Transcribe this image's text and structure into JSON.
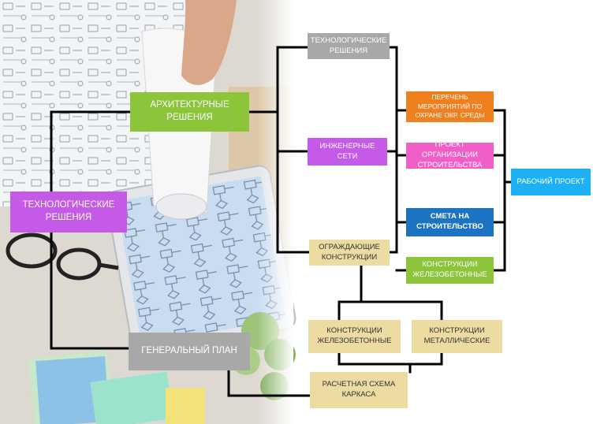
{
  "colors": {
    "gray": "#a8a8a8",
    "green": "#8cc43a",
    "purple": "#c55ae8",
    "orange": "#f07f1e",
    "pink": "#f25ec7",
    "blue": "#1c73c2",
    "cyan": "#1eb0f5",
    "sand": "#ecdca2",
    "line": "#000000"
  },
  "nodes": {
    "tech_top": "ТЕХНОЛОГИЧЕСКИЕ РЕШЕНИЯ",
    "arch": "АРХИТЕКТУРНЫЕ РЕШЕНИЯ",
    "tech_left": "ТЕХНОЛОГИЧЕСКИЕ РЕШЕНИЯ",
    "eng": "ИНЖЕНЕРНЫЕ СЕТИ",
    "encl": "ОГРАЖДАЮЩИЕ КОНСТРУКЦИИ",
    "eco": "ПЕРЕЧЕНЬ МЕРОПРИЯТИЙ ПО ОХРАНЕ ОКР. СРЕДЫ",
    "pos": "ПРОЕКТ ОРГАНИЗАЦИИ СТРОИТЕЛЬСТВА",
    "estimate": "СМЕТА НА СТРОИТЕЛЬСТВО",
    "rc_right": "КОНСТРУКЦИИ ЖЕЛЕЗОБЕТОННЫЕ",
    "work": "РАБОЧИЙ ПРОЕКТ",
    "rc_bottom": "КОНСТРУКЦИИ ЖЕЛЕЗОБЕТОННЫЕ",
    "metal": "КОНСТРУКЦИИ МЕТАЛЛИЧЕСКИЕ",
    "site": "ГЕНЕРАЛЬНЫЙ ПЛАН",
    "frame": "РАСЧЕТНАЯ СХЕМА КАРКАСА"
  }
}
